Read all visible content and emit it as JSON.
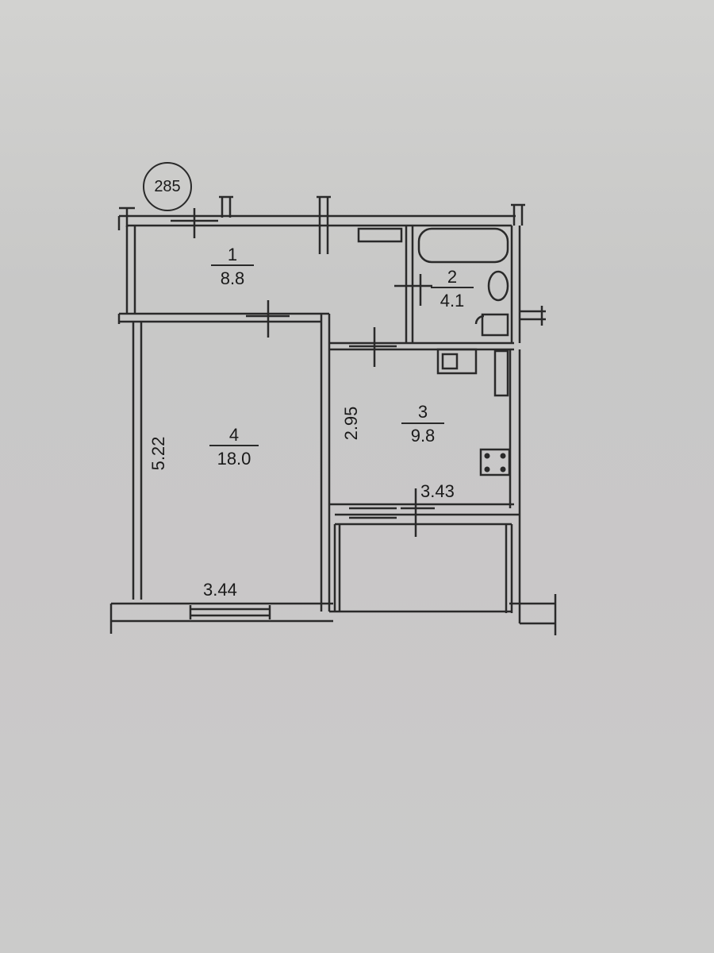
{
  "plan": {
    "plan_number": "285",
    "rooms": [
      {
        "number": "1",
        "area": "8.8"
      },
      {
        "number": "2",
        "area": "4.1"
      },
      {
        "number": "3",
        "area": "9.8"
      },
      {
        "number": "4",
        "area": "18.0"
      }
    ],
    "dimensions": {
      "room4_height": "5.22",
      "room4_width": "3.44",
      "room3_height": "2.95",
      "room3_width": "3.43"
    }
  }
}
